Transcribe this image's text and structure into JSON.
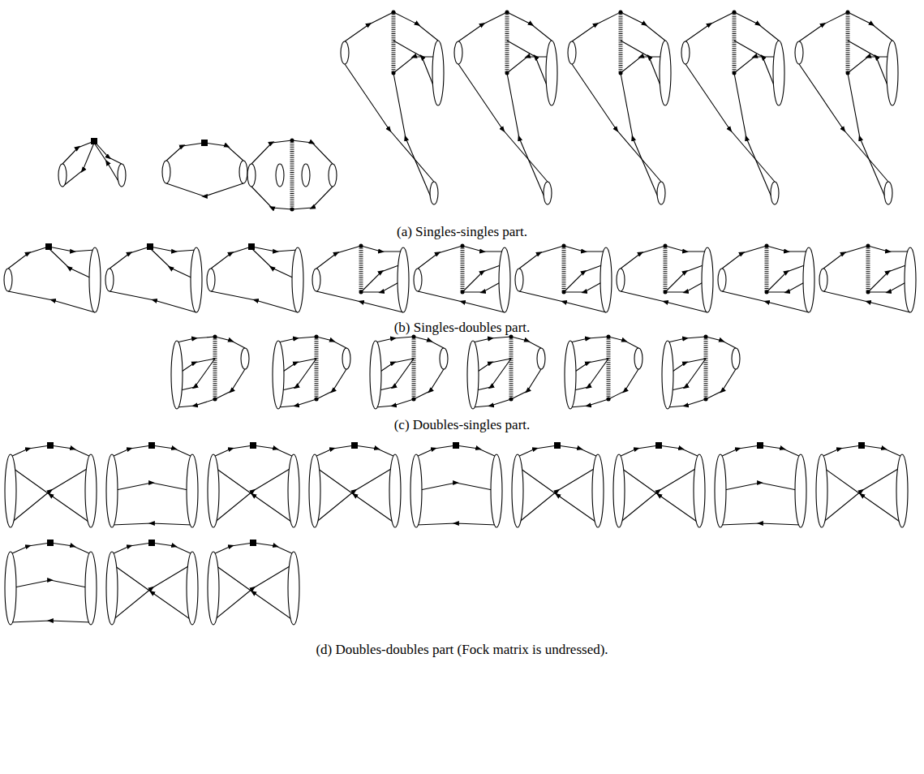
{
  "diagram": {
    "labels": [
      "(a) Singles-singles part.",
      "(b) Singles-doubles part.",
      "(c) Doubles-singles part.",
      "(d) Doubles-doubles part (Fock matrix is undressed)."
    ]
  }
}
